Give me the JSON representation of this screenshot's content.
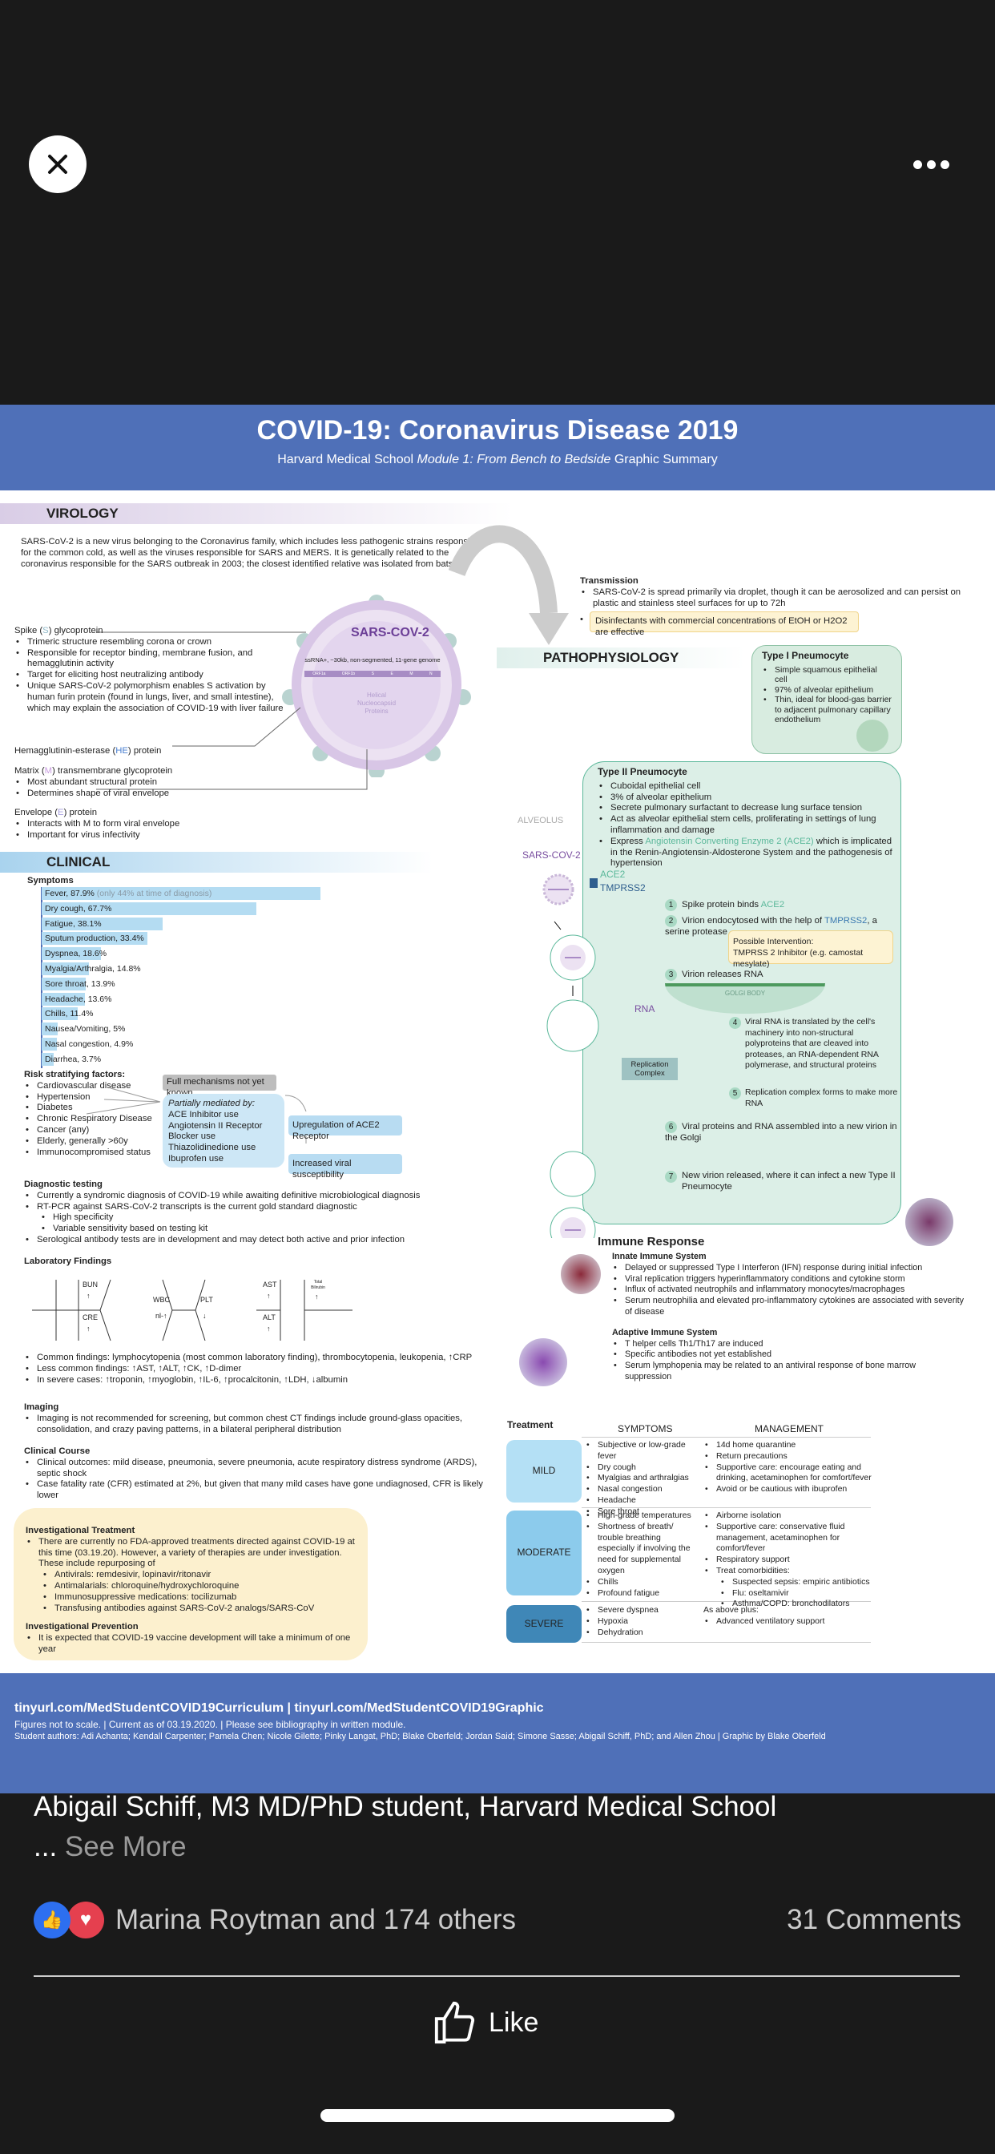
{
  "viewer": {
    "close_icon": "close-icon",
    "more_icon": "more-options-icon"
  },
  "poster": {
    "title": "COVID-19: Coronavirus Disease 2019",
    "subtitle_pre": "Harvard Medical School ",
    "subtitle_italic": "Module 1: From Bench to Bedside",
    " subtitle_post": "",
    "subtitle_post": " Graphic Summary",
    "virology": {
      "heading": "VIROLOGY",
      "intro": "SARS-CoV-2 is a new virus belonging to the Coronavirus family, which includes less pathogenic strains responsible for the common cold, as well as the viruses responsible for SARS and MERS. It is genetically related to the coronavirus responsible for the SARS outbreak in 2003; the closest identified relative was isolated from bats.",
      "virus_label": "SARS-COV-2",
      "genome_label": "ssRNA+, ~30kb, non-segmented, 11-gene genome",
      "genes": [
        "ORF1a",
        "ORF1b",
        "S",
        "E",
        "M",
        "N"
      ],
      "nucleocapsid_label": "Helical Nucleocapsid Proteins",
      "spike": {
        "pre": "Spike (",
        "letter": "S",
        "post": ") glycoprotein",
        "bullets": [
          "Trimeric structure resembling corona or crown",
          "Responsible for receptor binding, membrane fusion, and hemagglutinin activity",
          "Target for eliciting host neutralizing antibody",
          "Unique SARS-CoV-2 polymorphism enables S activation by human furin protein (found in lungs, liver, and small intestine), which may explain the association of COVID-19 with liver failure"
        ]
      },
      "he": {
        "pre": "Hemagglutinin-esterase (",
        "letter": "HE",
        "post": ") protein"
      },
      "matrix": {
        "pre": "Matrix (",
        "letter": "M",
        "post": ") transmembrane  glycoprotein",
        "bullets": [
          "Most abundant structural protein",
          "Determines shape of viral envelope"
        ]
      },
      "envelope": {
        "pre": "Envelope (",
        "letter": "E",
        "post": ") protein",
        "bullets": [
          "Interacts with M to form viral envelope",
          "Important for virus infectivity"
        ]
      }
    },
    "transmission": {
      "heading": "Transmission",
      "bullet": "SARS-CoV-2 is spread primarily via droplet, though it can be aerosolized and can persist on plastic and stainless steel surfaces for up to 72h",
      "disinfectant": "Disinfectants with commercial concentrations of EtOH or H2O2 are effective"
    },
    "clinical": {
      "heading": "CLINICAL",
      "symptoms_heading": "Symptoms",
      "symptoms": [
        {
          "label": "Fever, 87.9%",
          "note": " (only 44% at time of diagnosis)",
          "value": 87.9
        },
        {
          "label": "Dry cough, 67.7%",
          "value": 67.7
        },
        {
          "label": "Fatigue, 38.1%",
          "value": 38.1
        },
        {
          "label": "Sputum production, 33.4%",
          "value": 33.4
        },
        {
          "label": "Dyspnea, 18.6%",
          "value": 18.6
        },
        {
          "label": "Myalgia/Arthralgia, 14.8%",
          "value": 14.8
        },
        {
          "label": "Sore throat, 13.9%",
          "value": 13.9
        },
        {
          "label": "Headache, 13.6%",
          "value": 13.6
        },
        {
          "label": "Chills, 11.4%",
          "value": 11.4
        },
        {
          "label": "Nausea/Vomiting, 5%",
          "value": 5
        },
        {
          "label": "Nasal congestion, 4.9%",
          "value": 4.9
        },
        {
          "label": "Diarrhea, 3.7%",
          "value": 3.7
        }
      ],
      "risk": {
        "heading": "Risk stratifying factors:",
        "items": [
          "Cardiovascular disease",
          "Hypertension",
          "Diabetes",
          "Chronic Respiratory Disease",
          "Cancer (any)",
          "Elderly, generally >60y",
          "Immunocompromised status"
        ],
        "mechanisms": "Full mechanisms not yet known",
        "mediated_heading": "Partially mediated by:",
        "mediated": [
          "ACE Inhibitor use",
          "Angiotensin II Receptor Blocker use",
          "Thiazolidinedione  use",
          "Ibuprofen use"
        ],
        "upregulation": "Upregulation of ACE2 Receptor",
        "susceptibility": "Increased viral susceptibility"
      },
      "diagnostic": {
        "heading": "Diagnostic testing",
        "items": [
          "Currently a syndromic diagnosis of COVID-19 while awaiting definitive microbiological diagnosis",
          "RT-PCR against SARS-CoV-2 transcripts is the current gold standard diagnostic"
        ],
        "subitems": [
          "High specificity",
          "Variable sensitivity based on testing kit"
        ],
        "last": "Serological antibody tests are in development and may detect both active and prior infection"
      },
      "lab": {
        "heading": "Laboratory Findings",
        "bun": "BUN",
        "cre": "CRE",
        "wbc": "WBC",
        "wbc_val": "nl-↑",
        "plt": "PLT",
        "plt_val": "↓",
        "ast": "AST",
        "alt": "ALT",
        "tbili": "Total Bilirubin",
        "up": "↑",
        "items": [
          "Common findings: lymphocytopenia (most common laboratory finding), thrombocytopenia, leukopenia, ↑CRP",
          "Less common findings: ↑AST, ↑ALT, ↑CK, ↑D-dimer",
          "In severe cases: ↑troponin, ↑myoglobin, ↑IL-6, ↑procalcitonin, ↑LDH, ↓albumin"
        ]
      },
      "imaging": {
        "heading": "Imaging",
        "item": "Imaging is not recommended for screening, but common chest CT findings include ground-glass opacities, consolidation, and crazy paving patterns, in a bilateral peripheral distribution"
      },
      "course": {
        "heading": "Clinical Course",
        "items": [
          "Clinical outcomes: mild disease, pneumonia, severe pneumonia, acute respiratory distress syndrome (ARDS), septic shock",
          "Case fatality rate (CFR) estimated at 2%, but given that many mild cases have gone undiagnosed, CFR is likely lower"
        ]
      },
      "investigational": {
        "heading": "Investigational Treatment",
        "item": "There are currently no FDA-approved treatments directed against COVID-19 at this time (03.19.20). However, a variety of therapies are under investigation. These include repurposing of",
        "subitems": [
          "Antivirals: remdesivir, lopinavir/ritonavir",
          "Antimalarials: chloroquine/hydroxychloroquine",
          "Immunosuppressive  medications: tocilizumab",
          "Transfusing antibodies against SARS-CoV-2 analogs/SARS-CoV"
        ],
        "prevention_heading": "Investigational Prevention",
        "prevention": "It is expected that COVID-19 vaccine development will take a minimum of one year"
      }
    },
    "patho": {
      "heading": "PATHOPHYSIOLOGY",
      "type1": {
        "heading": "Type I Pneumocyte",
        "items": [
          "Simple squamous epithelial cell",
          "97% of alveolar epithelium",
          "Thin, ideal for blood-gas barrier to adjacent pulmonary capillary endothelium"
        ]
      },
      "type2": {
        "heading": "Type II Pneumocyte",
        "items": [
          "Cuboidal epithelial cell",
          "3% of alveolar epithelium",
          "Secrete pulmonary surfactant to decrease lung surface tension",
          "Act as alveolar epithelial stem cells, proliferating in settings of lung inflammation and damage"
        ],
        "ace_pre": "Express ",
        "ace_hl": "Angiotensin Converting Enzyme 2 (ACE2)",
        "ace_post": " which is implicated in the Renin-Angiotensin-Aldosterone System and the pathogenesis of hypertension"
      },
      "alveolus": "ALVEOLUS",
      "sars_label": "SARS-COV-2",
      "ace2": "ACE2",
      "tmprss2": "TMPRSS2",
      "rna": "RNA",
      "golgi": "GOLGI BODY",
      "replication": "Replication Complex",
      "steps": [
        {
          "n": "1",
          "pre": "Spike protein binds ",
          "hl": "ACE2",
          "post": ""
        },
        {
          "n": "2",
          "pre": "Virion endocytosed with the help of ",
          "hl": "TMPRSS2",
          "post": ", a serine protease"
        },
        {
          "n": "3",
          "pre": "Virion releases RNA",
          "hl": "",
          "post": ""
        },
        {
          "n": "4",
          "pre": "Viral RNA is translated by the cell's machinery into non-structural polyproteins that are cleaved into proteases, an RNA-dependent RNA polymerase, and structural proteins",
          "hl": "",
          "post": ""
        },
        {
          "n": "5",
          "pre": "Replication complex forms to make more RNA",
          "hl": "",
          "post": ""
        },
        {
          "n": "6",
          "pre": "Viral proteins and RNA assembled into a new virion in the Golgi",
          "hl": "",
          "post": ""
        },
        {
          "n": "7",
          "pre": "New virion released, where it can infect a new Type II Pneumocyte",
          "hl": "",
          "post": ""
        }
      ],
      "intervention_title": "Possible Intervention:",
      "intervention": "TMPRSS 2 Inhibitor (e.g. camostat mesylate)"
    },
    "immune": {
      "heading": "Immune Response",
      "innate_heading": "Innate Immune System",
      "innate": [
        "Delayed or suppressed  Type I Interferon (IFN) response during initial infection",
        "Viral replication triggers hyperinflammatory conditions and cytokine storm",
        "Influx of activated neutrophils and inflammatory monocytes/macrophages",
        "Serum neutrophilia and elevated pro-inflammatory cytokines are associated with severity of disease"
      ],
      "adaptive_heading": "Adaptive Immune System",
      "adaptive": [
        "T helper cells Th1/Th17 are induced",
        "Specific antibodies not yet established",
        "Serum lymphopenia may be related to an antiviral response of bone marrow suppression"
      ]
    },
    "treatment": {
      "heading": "Treatment",
      "col_symptoms": "SYMPTOMS",
      "col_management": "MANAGEMENT",
      "mild": {
        "label": "MILD",
        "symptoms": [
          "Subjective or low-grade fever",
          "Dry cough",
          "Myalgias and arthralgias",
          "Nasal congestion",
          "Headache",
          "Sore throat"
        ],
        "management": [
          "14d home quarantine",
          "Return precautions",
          "Supportive care: encourage eating and drinking, acetaminophen for comfort/fever",
          "Avoid or be cautious with ibuprofen"
        ]
      },
      "moderate": {
        "label": "MODERATE",
        "symptoms": [
          "High-grade temperatures",
          "Shortness of breath/ trouble breathing especially if involving the need for supplemental oxygen",
          "Chills",
          "Profound fatigue"
        ],
        "management": [
          "Airborne isolation",
          "Supportive care: conservative fluid management, acetaminophen for comfort/fever",
          "Respiratory support",
          "Treat comorbidities:"
        ],
        "management_sub": [
          "Suspected sepsis: empiric antibiotics",
          "Flu: oseltamivir",
          "Asthma/COPD: bronchodilators"
        ]
      },
      "severe": {
        "label": "SEVERE",
        "symptoms": [
          "Severe dyspnea",
          "Hypoxia",
          "Dehydration"
        ],
        "management_intro": "As above plus:",
        "management": [
          "Advanced ventilatory support"
        ]
      }
    },
    "footer": {
      "links": "tinyurl.com/MedStudentCOVID19Curriculum | tinyurl.com/MedStudentCOVID19Graphic",
      "note": "Figures not to scale. | Current as of 03.19.2020. | Please see bibliography in written module.",
      "authors": "Student authors: Adi Achanta; Kendall Carpenter; Pamela Chen; Nicole Gilette; Pinky Langat, PhD; Blake Oberfeld; Jordan Said; Simone Sasse; Abigail Schiff, PhD; and Allen Zhou | Graphic by Blake Oberfeld"
    }
  },
  "post": {
    "caption": "Abigail Schiff, M3 MD/PhD student, Harvard Medical School",
    "ellipsis": "... ",
    "see_more": "See More",
    "reactions": "Marina Roytman and 174 others",
    "comments": "31 Comments",
    "like": "Like"
  },
  "colors": {
    "header": "#4f70b8",
    "accent_green": "#5bb89a",
    "accent_blue": "#3a78b0",
    "virus_purple": "#7a4fa0"
  }
}
